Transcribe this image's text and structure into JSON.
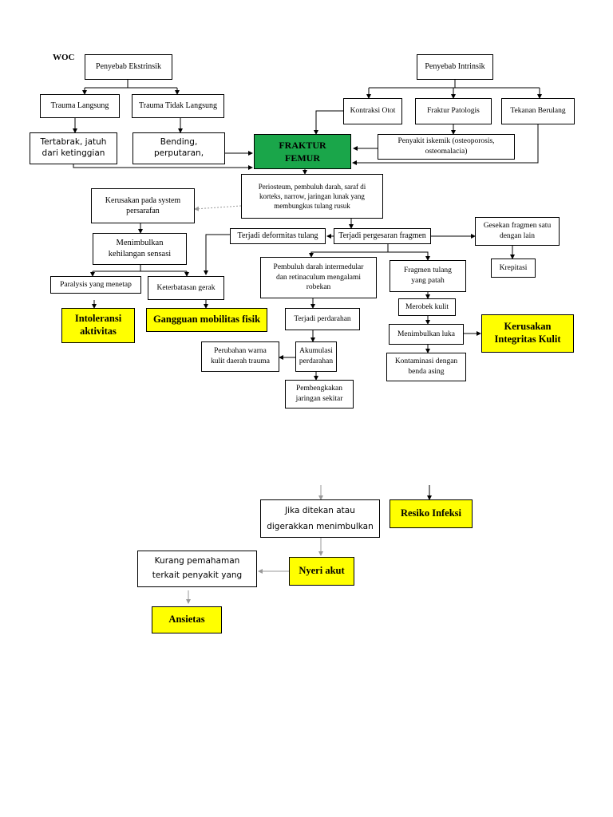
{
  "woc_label": "WOC",
  "nodes": {
    "penyebab_ekstrinsik": "Penyebab Ekstrinsik",
    "penyebab_intrinsik": "Penyebab Intrinsik",
    "trauma_langsung": "Trauma Langsung",
    "trauma_tidak_langsung": "Trauma Tidak Langsung",
    "kontraksi_otot": "Kontraksi Otot",
    "fraktur_patologis": "Fraktur Patologis",
    "tekanan_berulang": "Tekanan Berulang",
    "tertabrak": "Tertabrak, jatuh\ndari ketinggian",
    "bending": "Bending,\nperputaran,",
    "fraktur_femur": "FRAKTUR\nFEMUR",
    "penyakit_iskemik": "Penyakit iskemik (osteoporosis,\nosteomalacia)",
    "periosteum": "Periosteum, pembuluh darah, saraf di\nkorteks, narrow, jaringan lunak yang\nmembungkus tulang rusuk",
    "kerusakan_saraf": "Kerusakan pada system\npersarafan",
    "menimbulkan_kehilangan": "Menimbulkan\nkehilangan sensasi",
    "deformitas": "Terjadi deformitas tulang",
    "pergeseran": "Terjadi pergesaran fragmen",
    "gesekan": "Gesekan fragmen satu\ndengan lain",
    "krepitasi": "Krepitasi",
    "pembuluh_darah": "Pembuluh darah intermedular\ndan retinaculum mengalami\nrobekan",
    "fragmen_patah": "Fragmen tulang\nyang patah",
    "paralysis": "Paralysis yang menetap",
    "keterbatasan": "Keterbatasan gerak",
    "merobek_kulit": "Merobek kulit",
    "intoleransi": "Intoleransi\naktivitas",
    "gangguan_mobilitas": "Gangguan mobilitas fisik",
    "terjadi_perdarahan": "Terjadi perdarahan",
    "menimbulkan_luka": "Menimbulkan luka",
    "kerusakan_integritas": "Kerusakan\nIntegritas Kulit",
    "perubahan_warna": "Perubahan warna\nkulit daerah trauma",
    "akumulasi": "Akumulasi\nperdarahan",
    "kontaminasi": "Kontaminasi dengan\nbenda asing",
    "pembengkakan": "Pembengkakan\njaringan sekitar",
    "jika_ditekan": "Jika ditekan atau\ndigerakkan menimbulkan",
    "resiko_infeksi": "Resiko Infeksi",
    "kurang_pemahaman": "Kurang pemahaman\nterkait penyakit yang",
    "nyeri_akut": "Nyeri akut",
    "ansietas": "Ansietas"
  },
  "colors": {
    "diagnosis_fill": "#ffff00",
    "fracture_fill": "#1aa64a",
    "line": "#000000",
    "dashed_line": "#999999"
  }
}
